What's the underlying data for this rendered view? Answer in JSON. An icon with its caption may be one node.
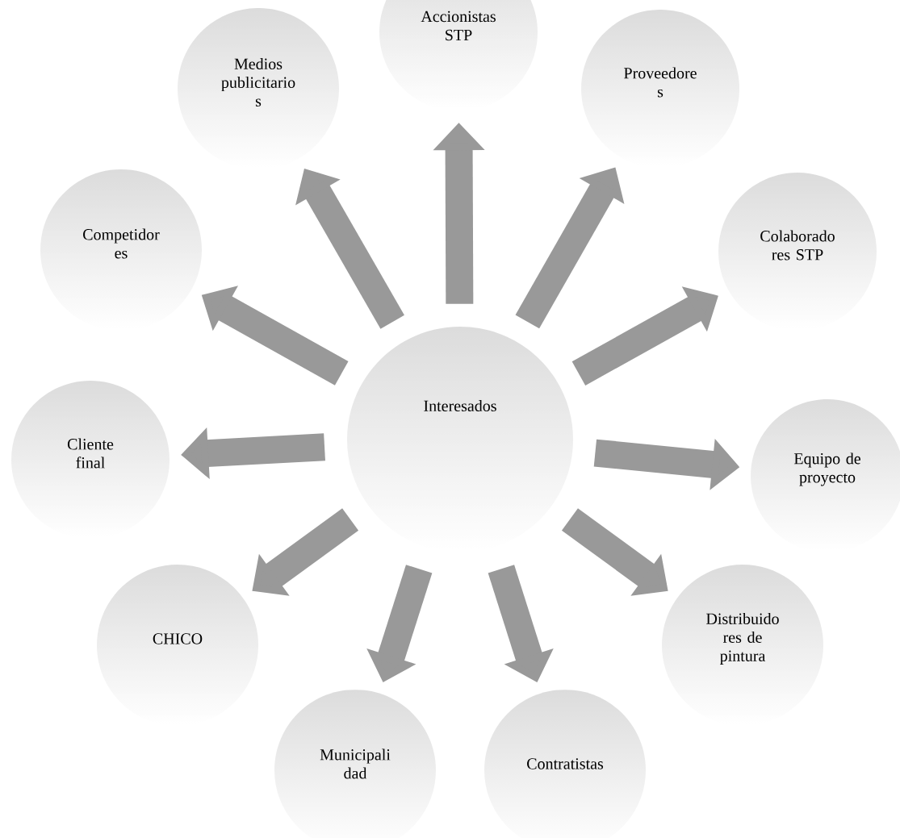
{
  "diagram": {
    "nodes": [
      {
        "text": [
          "Interesados"
        ]
      },
      {
        "text": [
          "Accionistas STP"
        ]
      },
      {
        "text": [
          "Proveedore s"
        ]
      },
      {
        "text": [
          "Colaborado res STP"
        ]
      },
      {
        "text": [
          "Equipo de proyecto"
        ]
      },
      {
        "text": [
          "Distribuido res de pintura"
        ]
      },
      {
        "text": [
          "Contratistas"
        ]
      },
      {
        "text": [
          "Municipali dad"
        ]
      },
      {
        "text": [
          "CHICO"
        ]
      },
      {
        "text": [
          "Cliente final"
        ]
      },
      {
        "text": [
          "Competidor es"
        ]
      },
      {
        "text": [
          "Medios publicitario s"
        ]
      }
    ],
    "edges": [
      {
        "from": 0,
        "to": 1,
        "arrow": "to"
      },
      {
        "from": 0,
        "to": 2,
        "arrow": "to"
      },
      {
        "from": 0,
        "to": 3,
        "arrow": "to"
      },
      {
        "from": 0,
        "to": 4,
        "arrow": "to"
      },
      {
        "from": 0,
        "to": 5,
        "arrow": "to"
      },
      {
        "from": 0,
        "to": 6,
        "arrow": "to"
      },
      {
        "from": 0,
        "to": 7,
        "arrow": "to"
      },
      {
        "from": 0,
        "to": 8,
        "arrow": "to"
      },
      {
        "from": 0,
        "to": 9,
        "arrow": "to"
      },
      {
        "from": 0,
        "to": 10,
        "arrow": "to"
      },
      {
        "from": 0,
        "to": 11,
        "arrow": "to"
      }
    ]
  }
}
